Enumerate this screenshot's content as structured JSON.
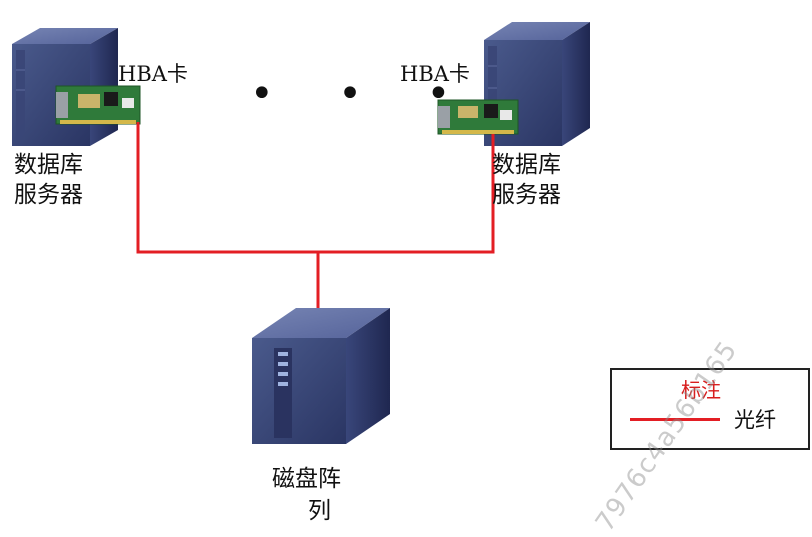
{
  "left_server": {
    "label_line1": "数据库",
    "label_line2": "服务器",
    "hba_label": "HBA卡"
  },
  "right_server": {
    "label_line1": "数据库",
    "label_line2": "服务器",
    "hba_label": "HBA卡"
  },
  "ellipsis": "• • •",
  "storage": {
    "label_line1": "磁盘阵",
    "label_line2": "列"
  },
  "legend": {
    "title": "标注",
    "item_label": "光纤",
    "line_color": "#e31e24"
  },
  "watermark": "7976c4a56b165"
}
